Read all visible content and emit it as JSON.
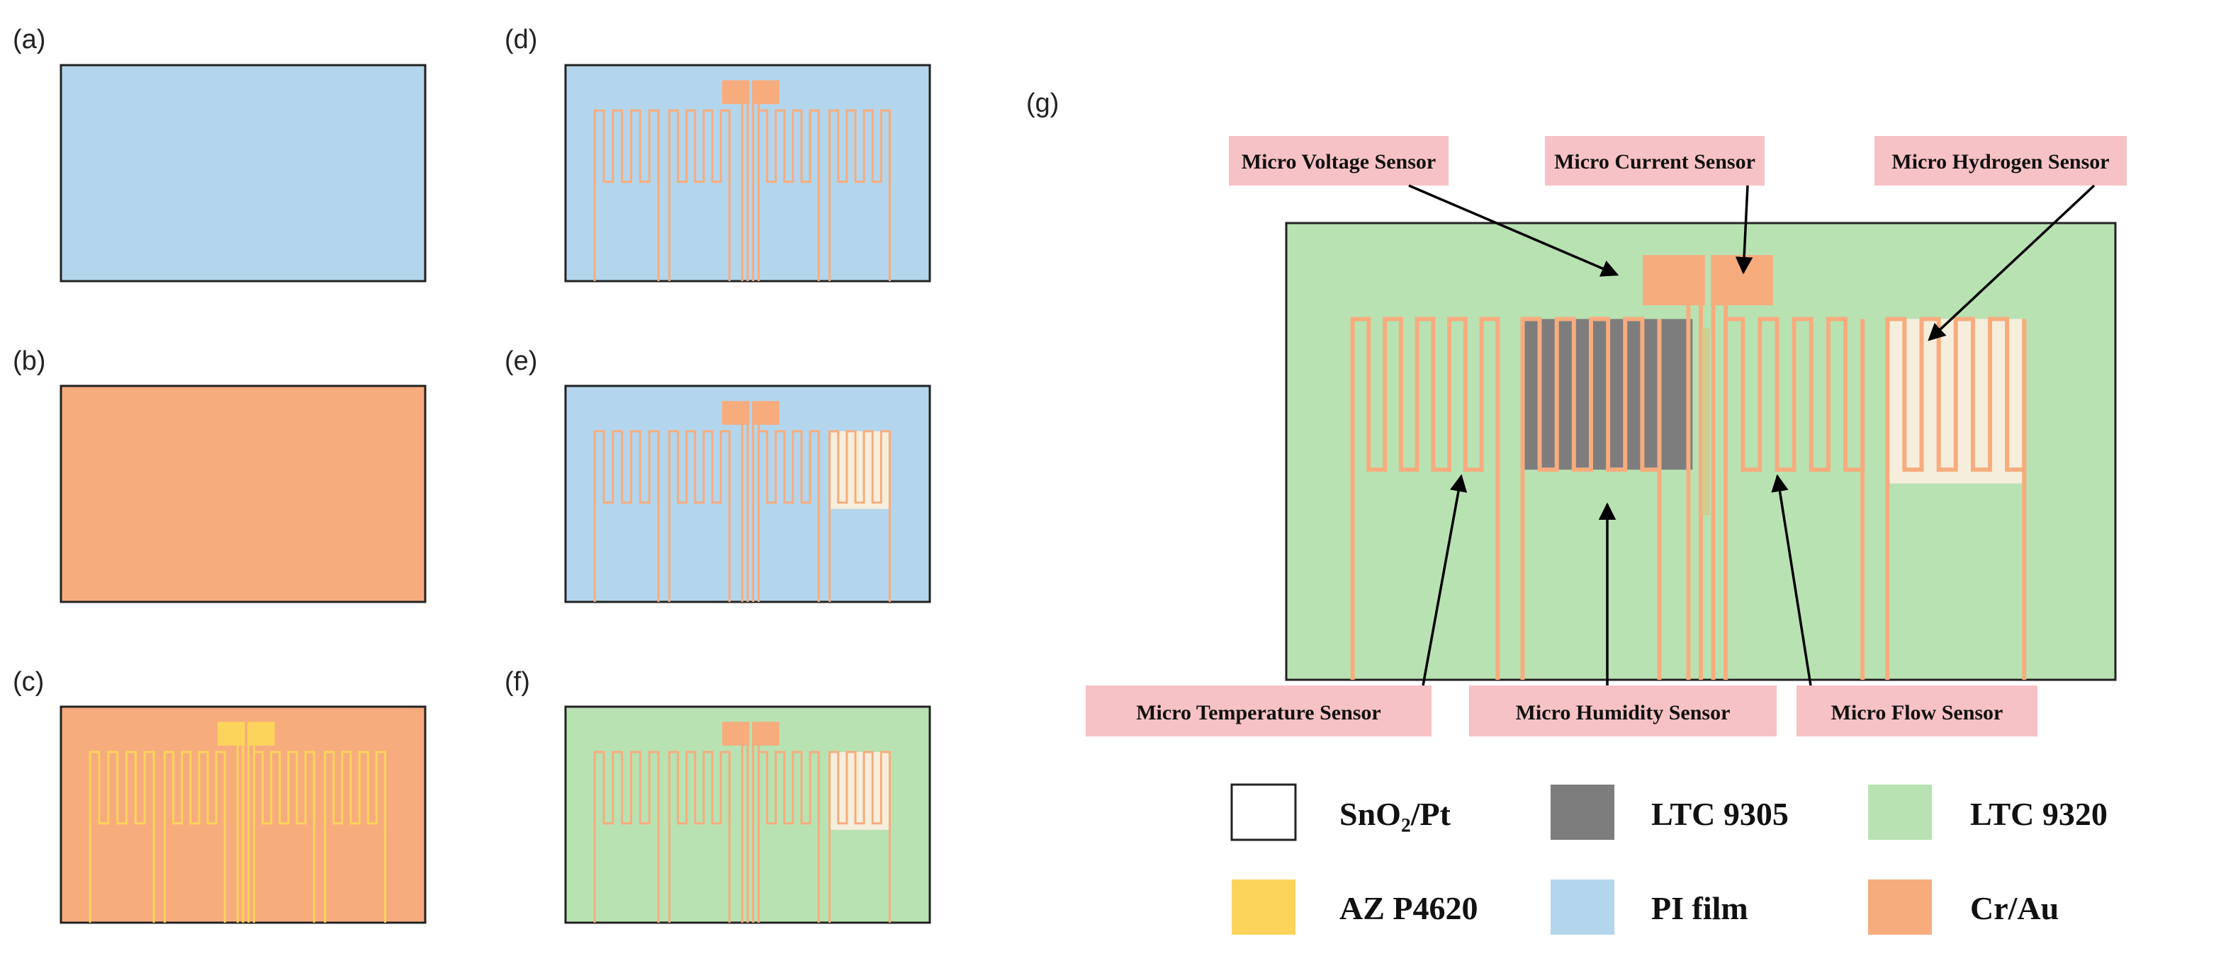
{
  "panels": {
    "a": "(a)",
    "b": "(b)",
    "c": "(c)",
    "d": "(d)",
    "e": "(e)",
    "f": "(f)",
    "g": "(g)"
  },
  "callouts": {
    "voltage": "Micro Voltage Sensor",
    "current": "Micro Current Sensor",
    "hydrogen": "Micro Hydrogen Sensor",
    "temperature": "Micro Temperature Sensor",
    "humidity": "Micro Humidity Sensor",
    "flow": "Micro Flow Sensor"
  },
  "legend": {
    "sno2": {
      "label": "SnO₂/Pt",
      "color": "#ffffff"
    },
    "ltc9305": {
      "label": "LTC 9305",
      "color": "#7d7d7d"
    },
    "ltc9320": {
      "label": "LTC 9320",
      "color": "#b9e2b3"
    },
    "az": {
      "label": "AZ P4620",
      "color": "#fcd45c"
    },
    "pi": {
      "label": "PI film",
      "color": "#b4d6ec"
    },
    "crau": {
      "label": "Cr/Au",
      "color": "#f7ac7e"
    }
  },
  "colors": {
    "pi_film": "#b4d6ec",
    "cr_au": "#f7ac7e",
    "az_p4620": "#fcd45c",
    "ltc9320": "#b9e2b3",
    "ltc9305": "#7d7d7d",
    "sno2_pt": "#f6eedc",
    "callout_bg": "#f7c2c5"
  }
}
